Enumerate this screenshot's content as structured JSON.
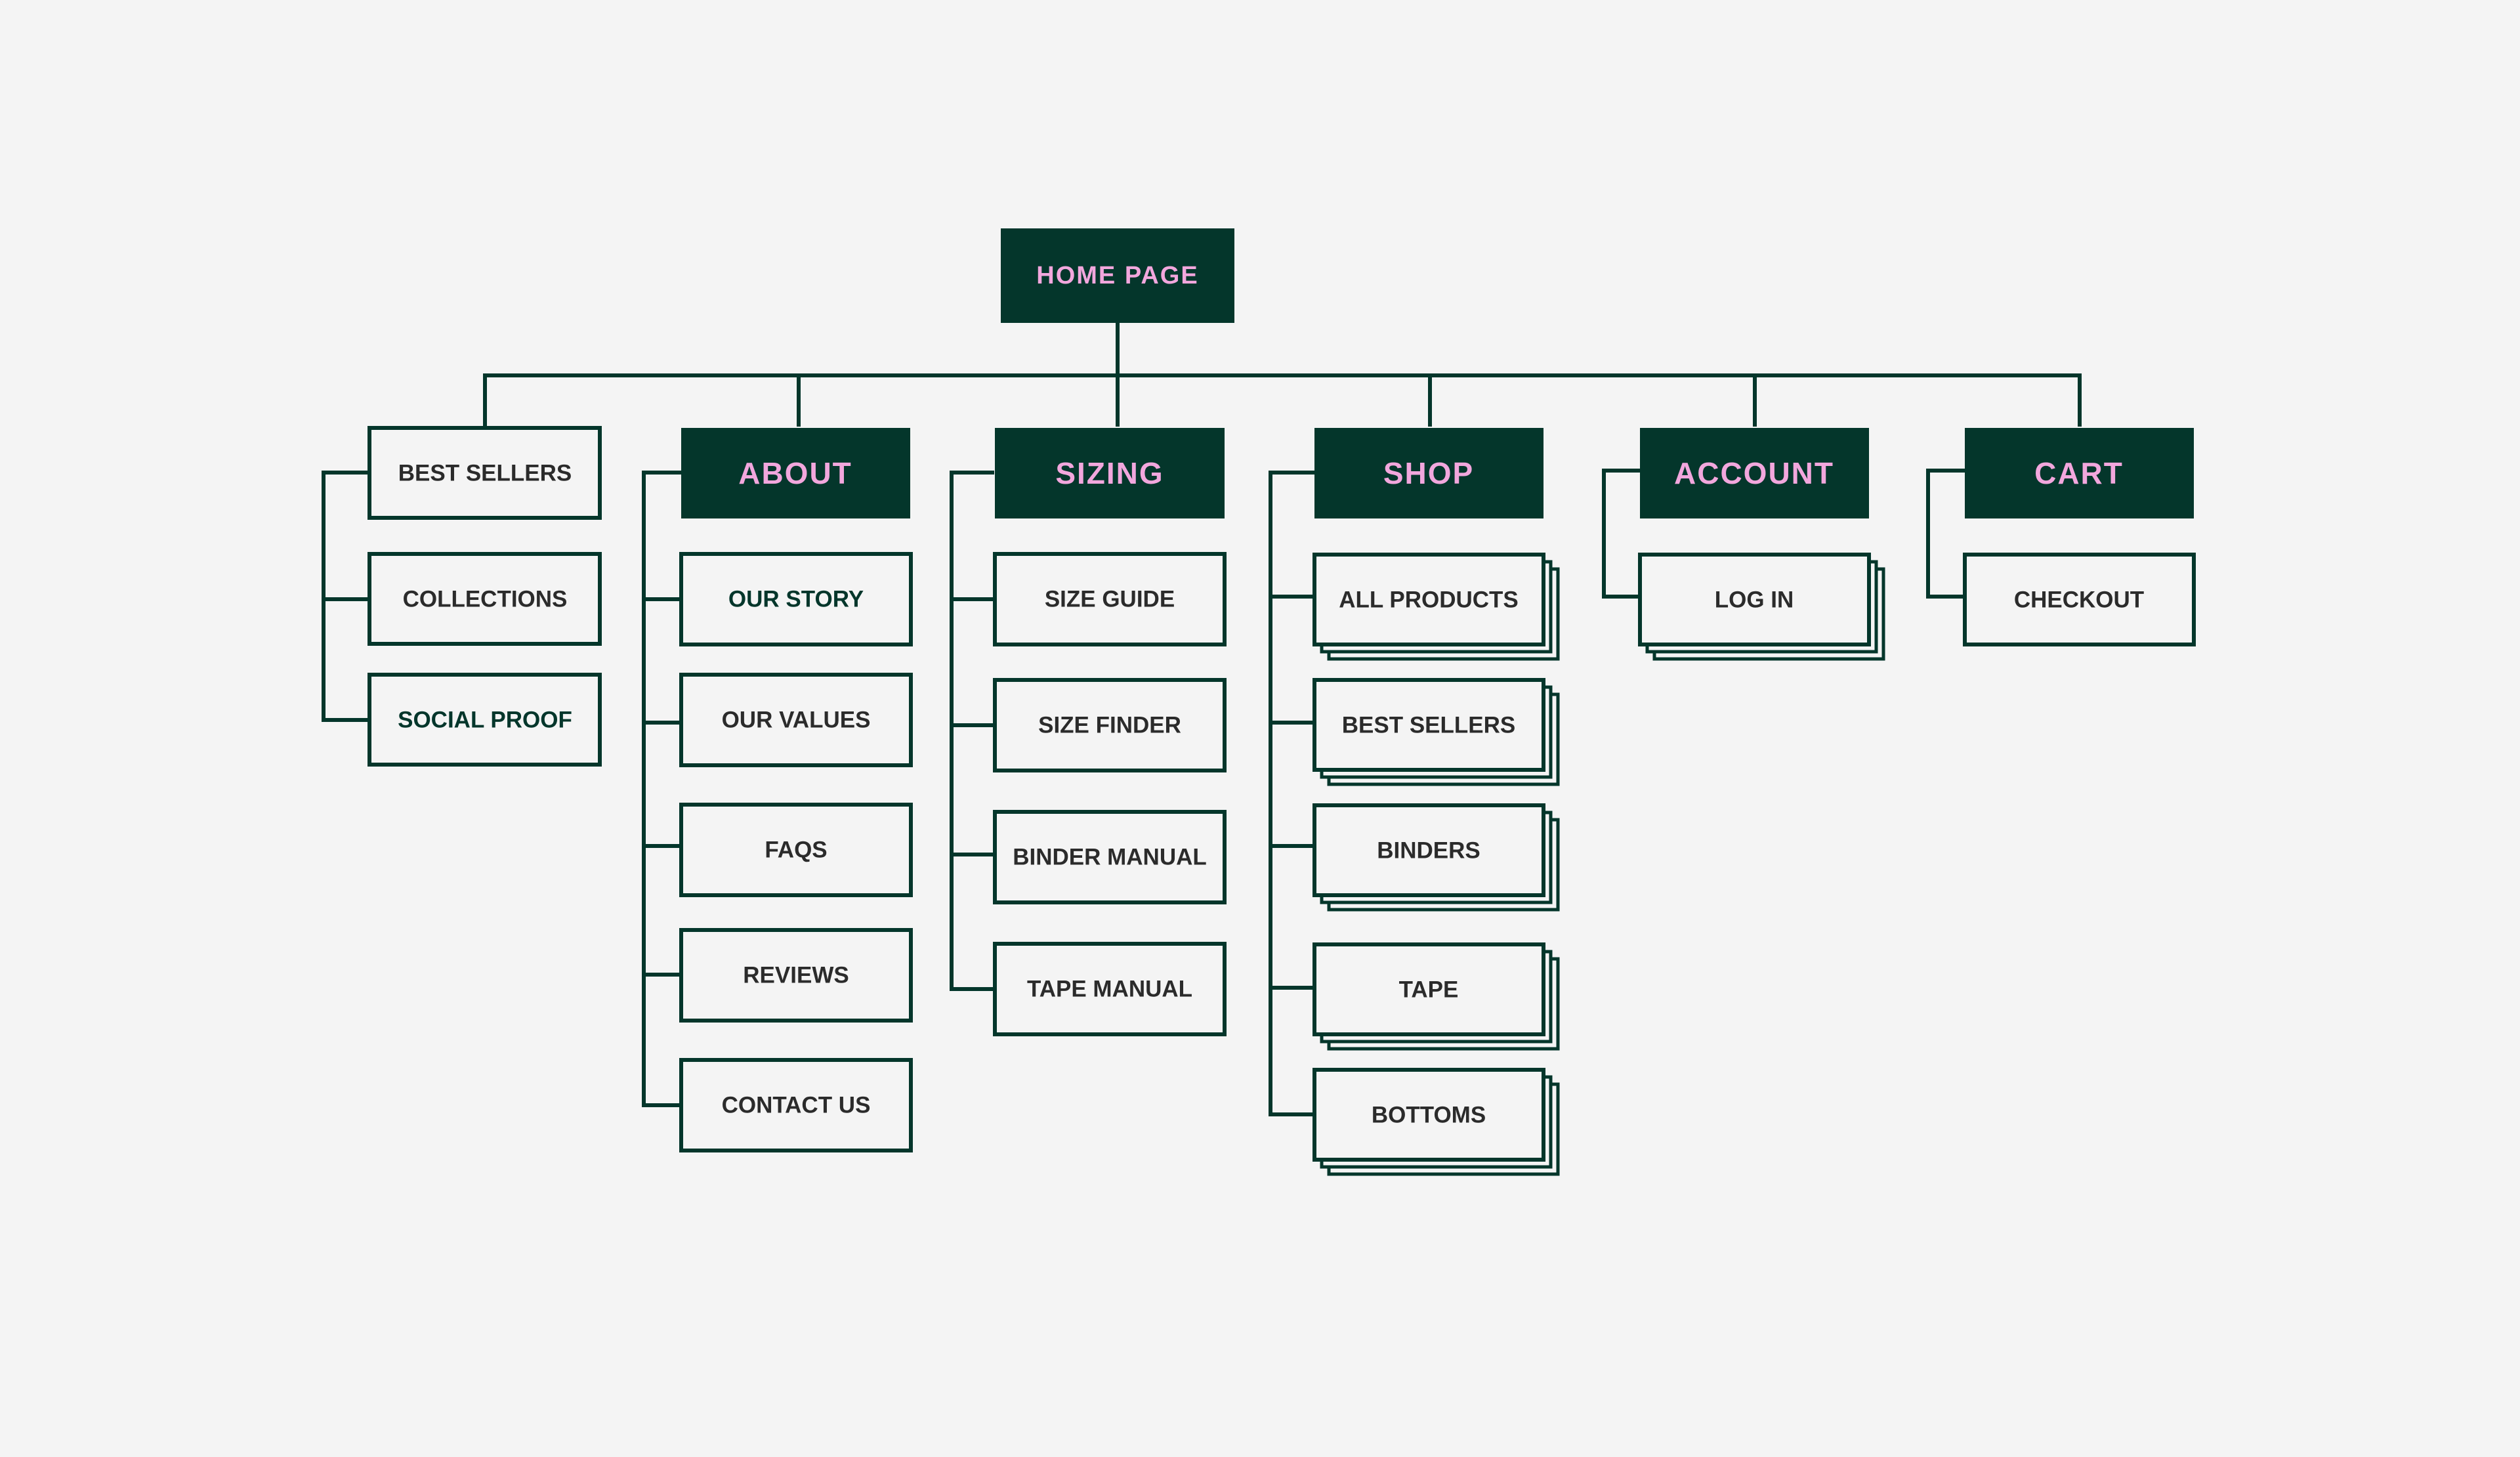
{
  "colors": {
    "background": "#f4f4f4",
    "dark_green": "#04362b",
    "pink": "#f2a7dd",
    "text_dark": "#2b2b2b"
  },
  "home": {
    "label": "HOME PAGE"
  },
  "sections": {
    "best_sellers": {
      "label": "BEST SELLERS",
      "children": [
        "COLLECTIONS",
        "SOCIAL PROOF"
      ]
    },
    "about": {
      "label": "ABOUT",
      "children": [
        "OUR STORY",
        "OUR VALUES",
        "FAQS",
        "REVIEWS",
        "CONTACT US"
      ]
    },
    "sizing": {
      "label": "SIZING",
      "children": [
        "SIZE GUIDE",
        "SIZE FINDER",
        "BINDER MANUAL",
        "TAPE MANUAL"
      ]
    },
    "shop": {
      "label": "SHOP",
      "children": [
        "ALL PRODUCTS",
        "BEST SELLERS",
        "BINDERS",
        "TAPE",
        "BOTTOMS"
      ]
    },
    "account": {
      "label": "ACCOUNT",
      "children": [
        "LOG IN"
      ]
    },
    "cart": {
      "label": "CART",
      "children": [
        "CHECKOUT"
      ]
    }
  }
}
